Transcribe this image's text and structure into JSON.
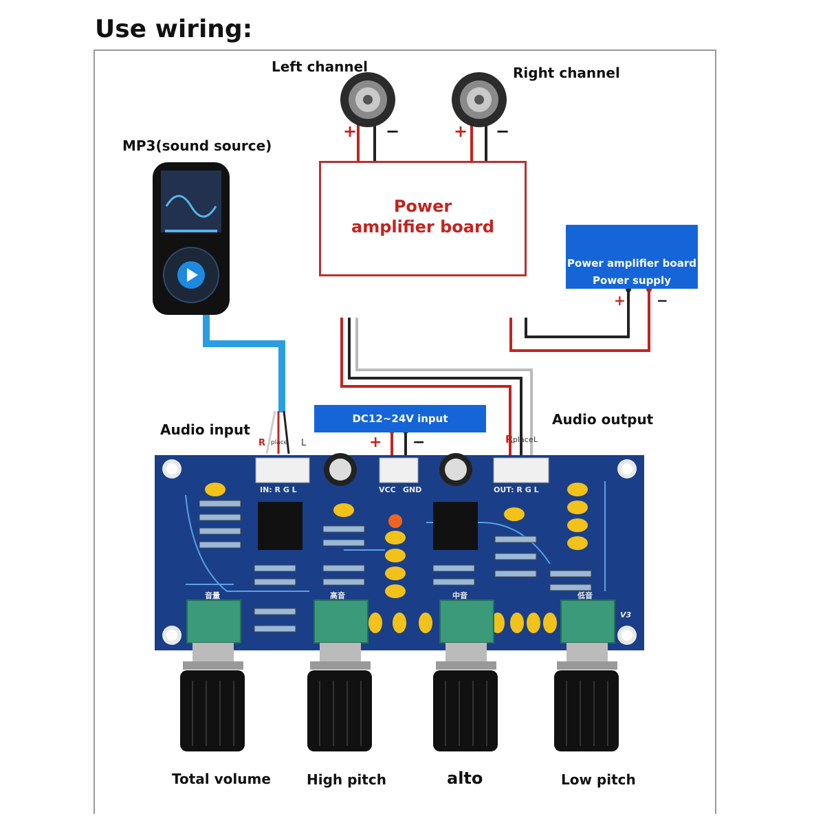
{
  "title": "Use wiring:",
  "labels": {
    "left_channel": "Left channel",
    "right_channel": "Right channel",
    "mp3": "MP3(sound source)",
    "amp_board_line1": "Power",
    "amp_board_line2": "amplifier board",
    "supply_line1": "Power amplifier board",
    "supply_line2": "Power supply",
    "dc_input": "DC12~24V input",
    "audio_input": "Audio input",
    "audio_output": "Audio output",
    "plus": "+",
    "minus": "−"
  },
  "input_pins": {
    "r": "R",
    "place": "place",
    "l": "L"
  },
  "output_pins": {
    "r": "R",
    "place": "place",
    "l": "L"
  },
  "board_silkscreen": {
    "in": "IN: R  G  L",
    "vcc": "VCC",
    "gnd": "GND",
    "out": "OUT: R  G  L",
    "vol_cn": "音量",
    "high_cn": "高音",
    "mid_cn": "中音",
    "low_cn": "低音",
    "version": "V3"
  },
  "knobs": [
    "Total volume",
    "High pitch",
    "alto",
    "Low pitch"
  ],
  "colors": {
    "board": "#1a3f88",
    "wire_red": "#c3231f",
    "wire_blue": "#2a9ee0",
    "supply_blue": "#1565d8",
    "trace": "#5aa0e6"
  }
}
